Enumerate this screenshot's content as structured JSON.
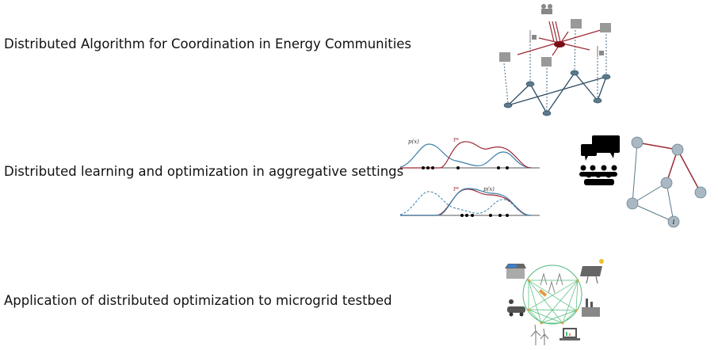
{
  "rows": [
    {
      "title": "Distributed Algorithm for Coordination in Energy Communities"
    },
    {
      "title": "Distributed learning and optimization in aggregative settings"
    },
    {
      "title": "Application of distributed optimization to microgrid testbed"
    }
  ],
  "learning_figure": {
    "top_label_px": "p(x)",
    "top_label_pstar": "P*",
    "bottom_label_pstar": "P*",
    "bottom_label_px": "p(x)",
    "node_label": "i"
  },
  "colors": {
    "blue": "#3a7fa8",
    "red": "#9b2a35",
    "node": "#a9b8c2",
    "green": "#4cbb7a",
    "net": "#5b7a8c"
  }
}
